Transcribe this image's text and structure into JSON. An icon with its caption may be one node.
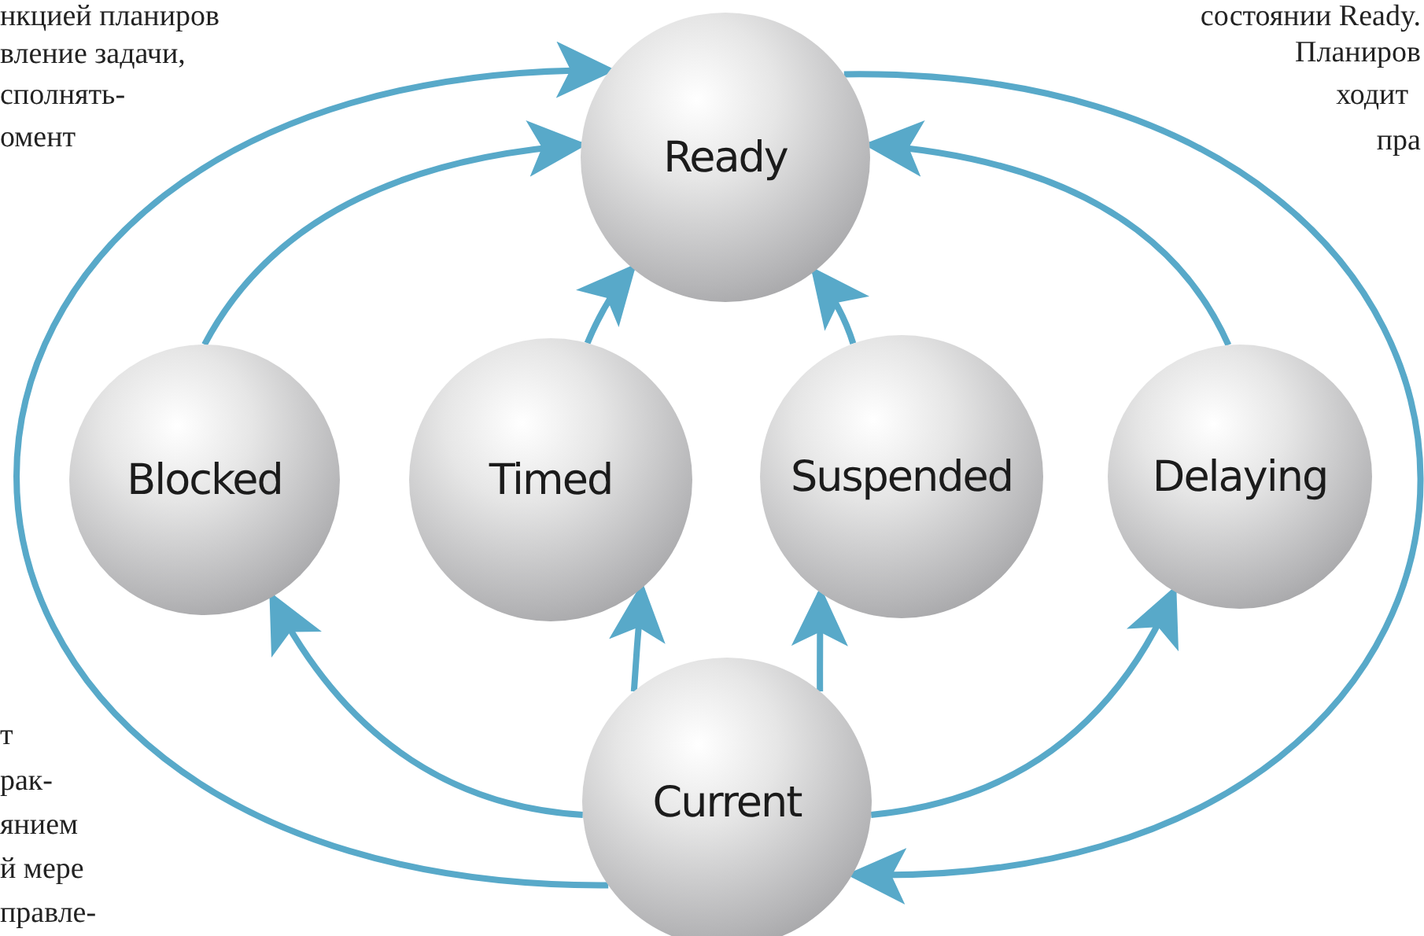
{
  "diagram": {
    "nodes": [
      {
        "text": [
          "Ready"
        ]
      },
      {
        "text": [
          "Blocked"
        ]
      },
      {
        "text": [
          "Timed"
        ]
      },
      {
        "text": [
          "Suspended"
        ]
      },
      {
        "text": [
          "Delaying"
        ]
      },
      {
        "text": [
          "Current"
        ]
      }
    ],
    "edges": [
      {
        "from": 5,
        "to": 0,
        "arrow": "to"
      },
      {
        "from": 0,
        "to": 5,
        "arrow": "to"
      },
      {
        "from": 1,
        "to": 0,
        "arrow": "to"
      },
      {
        "from": 2,
        "to": 0,
        "arrow": "to"
      },
      {
        "from": 3,
        "to": 0,
        "arrow": "to"
      },
      {
        "from": 4,
        "to": 0,
        "arrow": "to"
      },
      {
        "from": 5,
        "to": 1,
        "arrow": "to"
      },
      {
        "from": 5,
        "to": 2,
        "arrow": "to"
      },
      {
        "from": 5,
        "to": 3,
        "arrow": "to"
      },
      {
        "from": 5,
        "to": 4,
        "arrow": "to"
      }
    ],
    "labels": [
      "нкцией планиров",
      "вление задачи,",
      "сполнять-",
      "омент",
      "состоянии Ready.",
      "Планиров",
      "ходит",
      "пра",
      "т",
      "рак-",
      "янием",
      "й мере",
      "правле-"
    ]
  }
}
